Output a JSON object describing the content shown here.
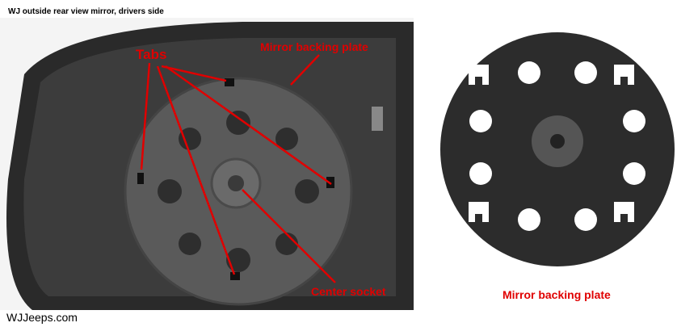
{
  "title": "WJ outside rear view mirror, drivers side",
  "footer": "WJJeeps.com",
  "labels": {
    "tabs": "Tabs",
    "backing_plate": "Mirror backing plate",
    "center_socket": "Center socket",
    "caption": "Mirror backing plate"
  },
  "colors": {
    "annotation": "#e00000"
  }
}
